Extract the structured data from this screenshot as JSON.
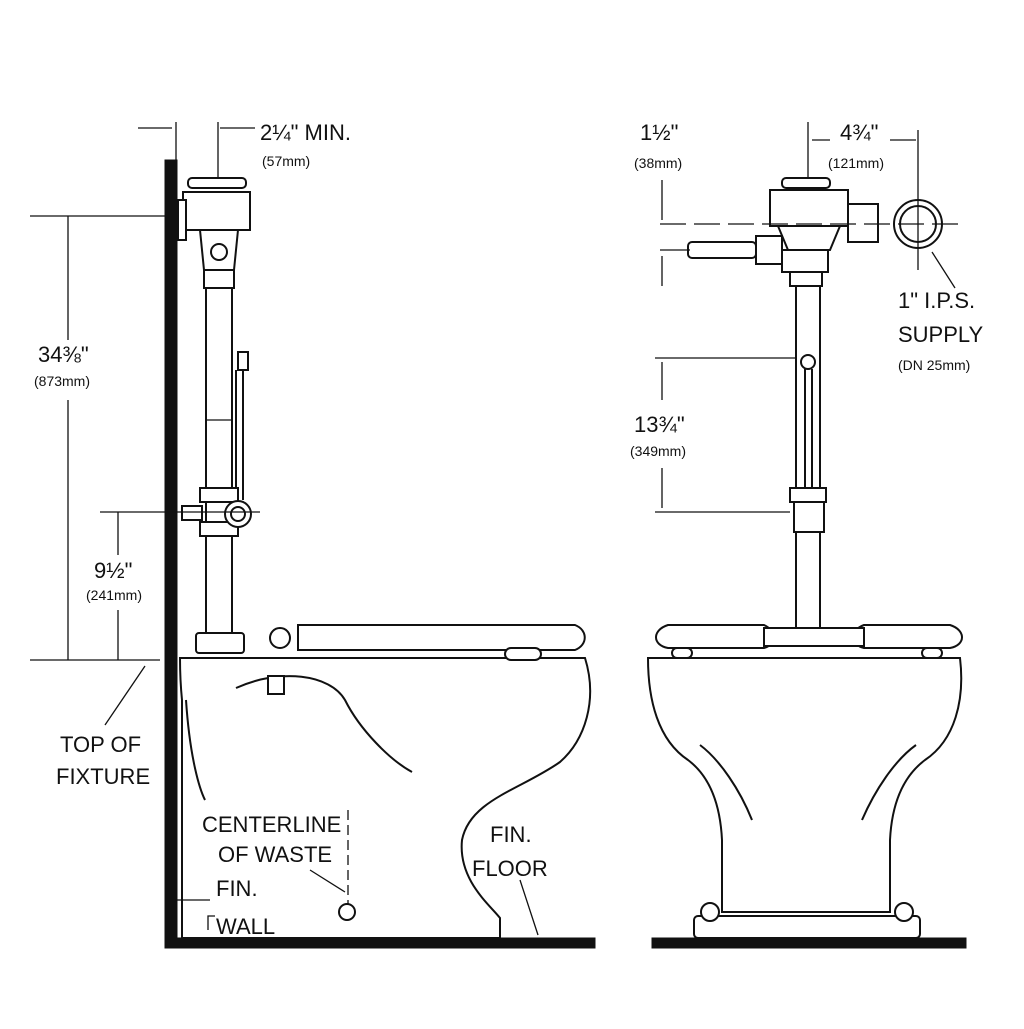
{
  "side_view": {
    "dim_min_offset": {
      "main": "2¼\" MIN.",
      "metric": "(57mm)"
    },
    "dim_height": {
      "main": "34⅜\"",
      "metric": "(873mm)"
    },
    "dim_lower": {
      "main": "9½\"",
      "metric": "(241mm)"
    },
    "top_of_fixture": [
      "TOP OF",
      "FIXTURE"
    ],
    "centerline_of_waste": [
      "CENTERLINE",
      "OF WASTE"
    ],
    "fin_wall": [
      "FIN.",
      "WALL"
    ],
    "fin_floor": [
      "FIN.",
      "FLOOR"
    ]
  },
  "front_view": {
    "dim_offset": {
      "main": "1½\"",
      "metric": "(38mm)"
    },
    "dim_width": {
      "main": "4¾\"",
      "metric": "(121mm)"
    },
    "supply": [
      "1\" I.P.S.",
      "SUPPLY",
      "(DN 25mm)"
    ],
    "dim_middle": {
      "main": "13¾\"",
      "metric": "(349mm)"
    }
  }
}
